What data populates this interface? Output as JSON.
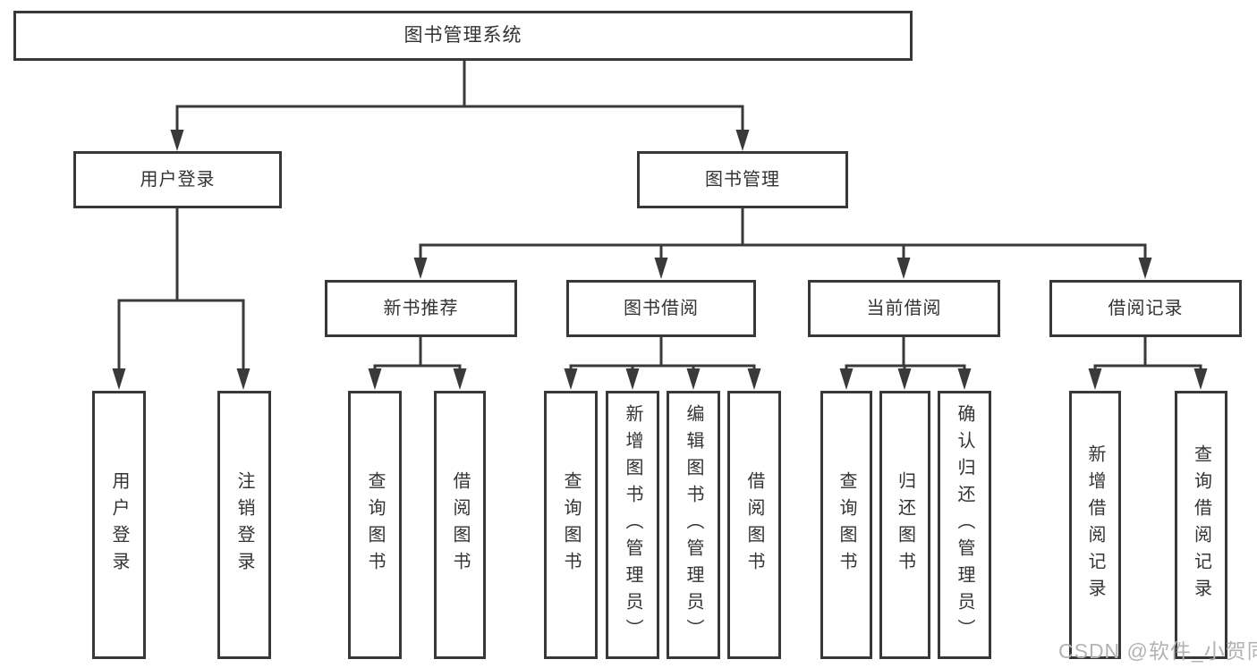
{
  "tree": {
    "label": "图书管理系统",
    "children": [
      {
        "label": "用户登录",
        "children": [
          {
            "label": "用户登录"
          },
          {
            "label": "注销登录"
          }
        ]
      },
      {
        "label": "图书管理",
        "children": [
          {
            "label": "新书推荐",
            "children": [
              {
                "label": "查询图书"
              },
              {
                "label": "借阅图书"
              }
            ]
          },
          {
            "label": "图书借阅",
            "children": [
              {
                "label": "查询图书"
              },
              {
                "label": "新增图书（管理员）"
              },
              {
                "label": "编辑图书（管理员）"
              },
              {
                "label": "借阅图书"
              }
            ]
          },
          {
            "label": "当前借阅",
            "children": [
              {
                "label": "查询图书"
              },
              {
                "label": "归还图书"
              },
              {
                "label": "确认归还（管理员）"
              }
            ]
          },
          {
            "label": "借阅记录",
            "children": [
              {
                "label": "新增借阅记录"
              },
              {
                "label": "查询借阅记录"
              }
            ]
          }
        ]
      }
    ]
  },
  "watermark": {
    "text": "CSDN @软件_小贺同学"
  },
  "colors": {
    "line": "#3a3a3a",
    "border": "#383838",
    "text": "#333333",
    "watermark": "#b3b3b3"
  }
}
